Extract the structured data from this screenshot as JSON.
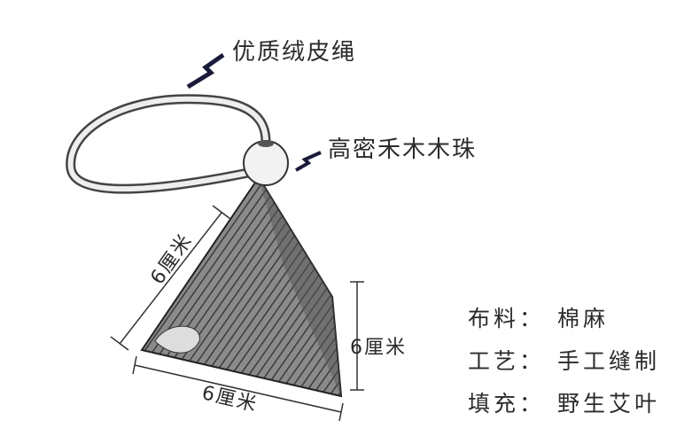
{
  "callouts": {
    "rope": "优质绒皮绳",
    "bead": "高密禾木木珠"
  },
  "dimensions": {
    "left": "6厘米",
    "right": "6厘米",
    "bottom": "6厘米"
  },
  "specs": [
    {
      "label": "布料：",
      "value": "棉麻"
    },
    {
      "label": "工艺：",
      "value": "手工缝制"
    },
    {
      "label": "填充：",
      "value": "野生艾叶"
    }
  ],
  "colors": {
    "zigzag": "#1a1a3a",
    "ink": "#2b2b2b"
  }
}
